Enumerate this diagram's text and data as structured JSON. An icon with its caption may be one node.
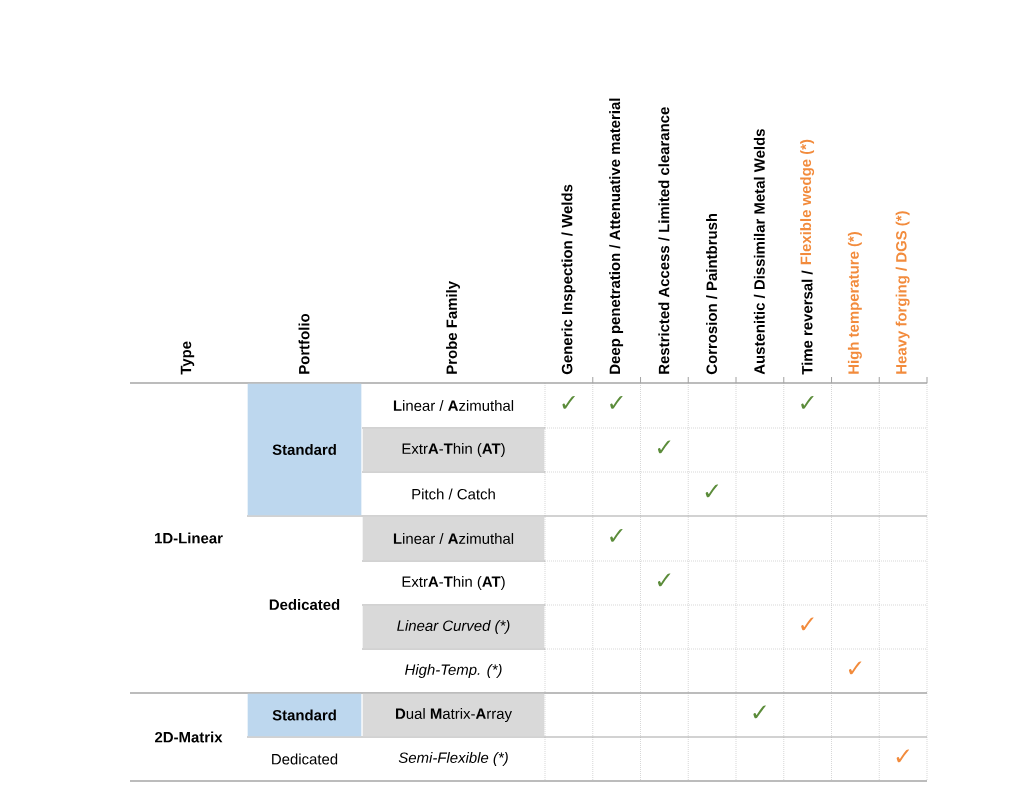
{
  "diagram": {
    "labels": [
      "Type",
      "Portfolio",
      "Probe Family",
      "Generic Inspection / Welds",
      "Deep penetration / Attenuative material",
      "Restricted Access / Limited clearance",
      "Corrosion / Paintbrush",
      "Austenitic / Dissimilar Metal Welds",
      "Time reversal /",
      "Flexible wedge (*)",
      "High temperature (*)",
      "Heavy forging / DGS (*)",
      "1D-Linear",
      "Standard",
      "**L**inear / **A**zimuthal",
      "✓",
      "✓",
      "✓",
      "Extr**A**-**T**hin (**AT**)",
      "✓",
      "Pitch / Catch",
      "✓",
      "Dedicated",
      "**L**inear / **A**zimuthal",
      "✓",
      "Extr**A**-**T**hin (**AT**)",
      "✓",
      "Linear Curved (*)",
      "✓",
      "High-Temp. (*)",
      "✓",
      "2D-Matrix",
      "Standard",
      "**D**ual **M**atrix-**A**rray",
      "✓",
      "Dedicated",
      "Semi-Flexible (*)",
      "✓"
    ]
  }
}
